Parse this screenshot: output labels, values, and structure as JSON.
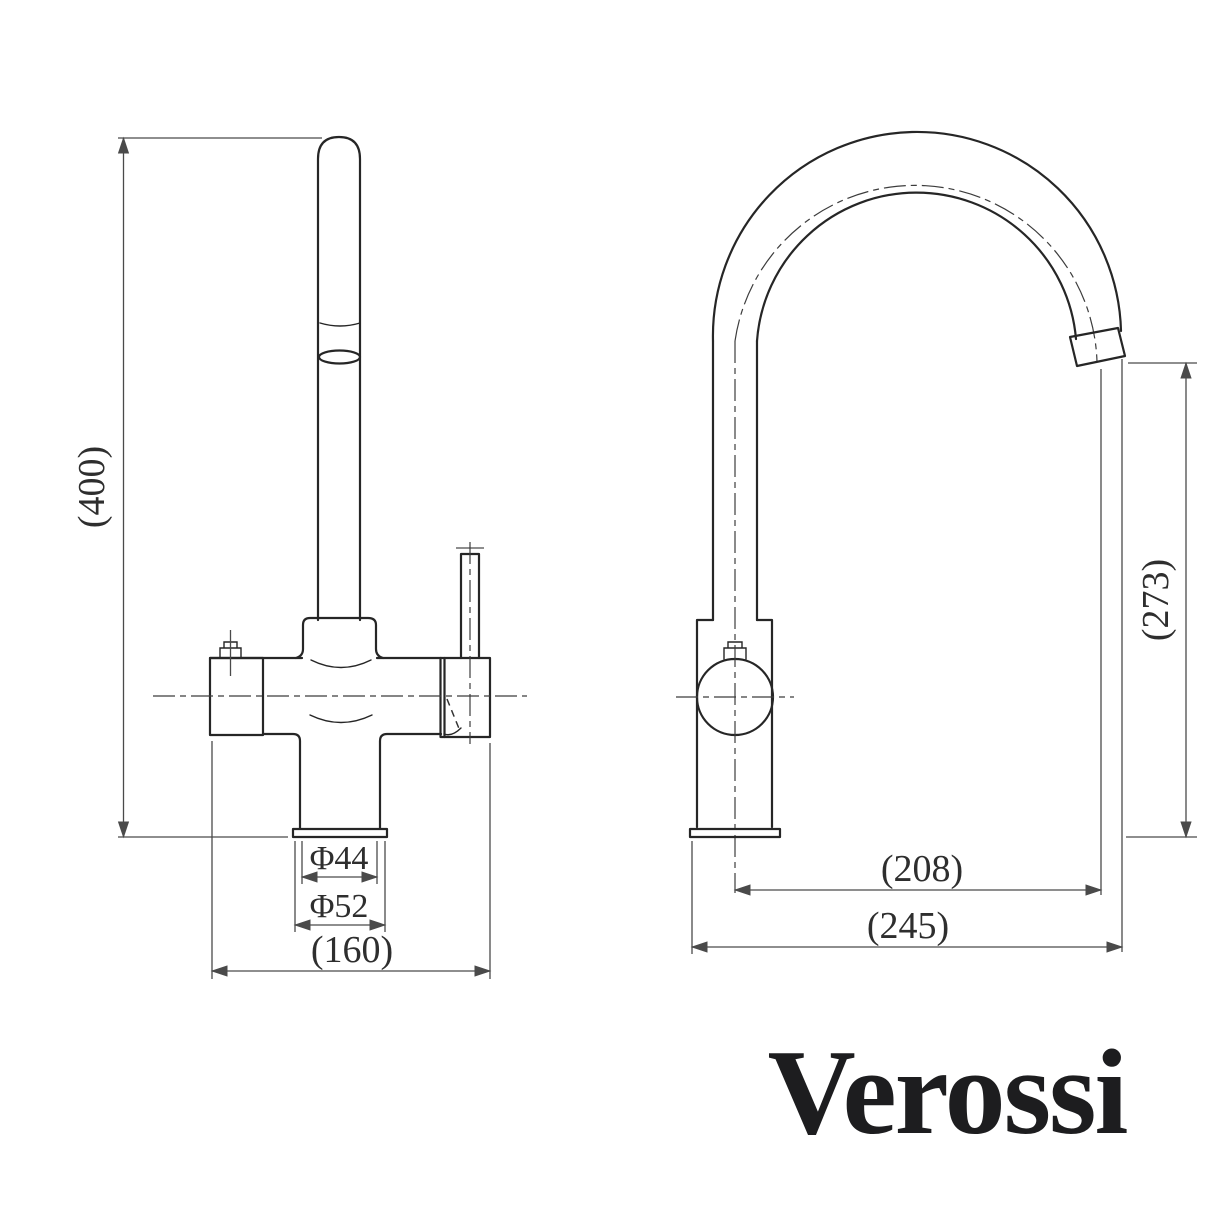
{
  "page": {
    "background": "#ffffff",
    "outline_color": "#262626",
    "dim_color": "#4a4a4a",
    "centerline_color": "#3c3c3c"
  },
  "brand": {
    "logo": "Verossi",
    "logo_color": "#1d1d1f"
  },
  "drawing": {
    "front_view": {
      "dim_height": "(400)",
      "dim_spout_diameter": "Φ44",
      "dim_base_diameter": "Φ52",
      "dim_width": "(160)"
    },
    "side_view": {
      "dim_spout_height": "(273)",
      "dim_spout_reach": "(208)",
      "dim_overall_depth": "(245)"
    }
  }
}
